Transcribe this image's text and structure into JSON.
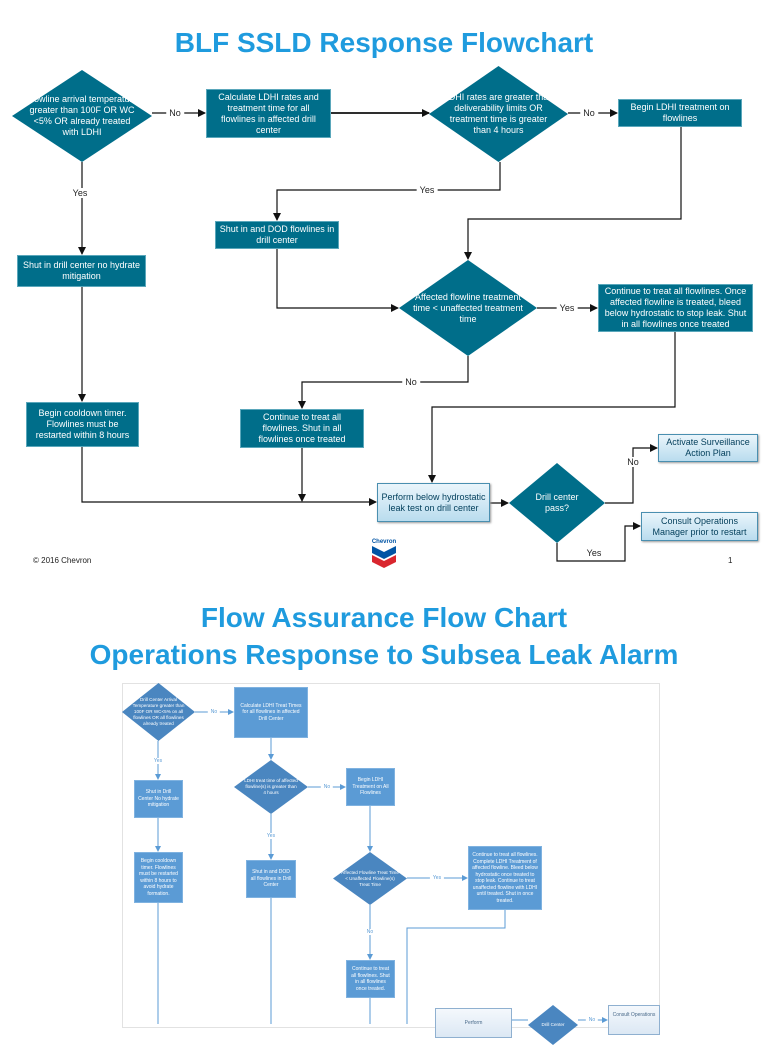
{
  "slide1": {
    "title": "BLF SSLD Response Flowchart",
    "nodes": {
      "d1": "Flowline arrival temperature greater than 100F OR WC <5% OR already treated with LDHI",
      "b1": "Calculate LDHI rates and treatment time for all flowlines in affected drill center",
      "d2": "LDHI rates are greater than deliverability limits OR treatment time is greater than 4 hours",
      "b2": "Begin LDHI treatment on flowlines",
      "b3": "Shut in and DOD flowlines in drill center",
      "d3": "Affected flowline treatment time < unaffected treatment time",
      "b4": "Continue to treat all flowlines. Once affected flowline is treated, bleed below hydrostatic to stop leak. Shut in all flowlines once treated",
      "b5": "Continue to treat all flowlines. Shut in all flowlines once treated",
      "b7": "Shut in drill center no hydrate mitigation",
      "b8": "Begin cooldown timer. Flowlines must be restarted within 8 hours",
      "b6": "Perform below hydrostatic leak test on drill center",
      "d4": "Drill center pass?",
      "b9": "Activate Surveillance Action Plan",
      "b10": "Consult Operations Manager prior to restart"
    },
    "labels": {
      "no1": "No",
      "no2": "No",
      "yes1": "Yes",
      "yes2": "Yes",
      "yes3": "Yes",
      "no3": "No",
      "no4": "No",
      "yes4": "Yes"
    },
    "footer": {
      "copyright": "© 2016 Chevron",
      "page": "1",
      "logo_text": "Chevron"
    },
    "colors": {
      "title": "#1f9bde",
      "node": "#006e8a"
    }
  },
  "slide2": {
    "title_line1": "Flow Assurance Flow Chart",
    "title_line2": "Operations Response to Subsea Leak Alarm",
    "nodes": {
      "d1": "Drill Center Arrival Temperature greater than 100F OR WC<5% on all flowlines OR all flowlines already treated",
      "b1": "Calculate LDHI Treat Times for all flowlines in affected Drill Center",
      "d2": "LDHI treat time of affected flowline(s) is greater than 4 hours",
      "b2": "Begin LDHI Treatment on All Flowlines",
      "b3": "Shut in Drill Center No hydrate mitigation",
      "b4": "Begin cooldown timer. Flowlines must be restarted within 8 hours to avoid hydrate formation.",
      "b5": "Shut in and DOD all flowlines in Drill Center",
      "d3": "Affected Flowline Treat Time < Unaffected Flowline(s) Treat Time",
      "b6": "Continue to treat all flowlines. Complete LDHI Treatment of affected flowline. Bleed below hydrostatic once treated to stop leak. Continue to treat unaffected flowline with LDHI until treated. Shut in once treated.",
      "b7": "Continue to treat all flowlines. Shut in all flowlines once treated.",
      "b8": "Perform",
      "d4": "Drill Center",
      "b9": "Consult Operations"
    },
    "labels": {
      "no1": "No",
      "yes1": "Yes",
      "no2": "No",
      "yes2": "Yes",
      "yes3": "Yes",
      "no3": "No",
      "no4": "No"
    },
    "colors": {
      "node": "#5b9bd5"
    }
  }
}
